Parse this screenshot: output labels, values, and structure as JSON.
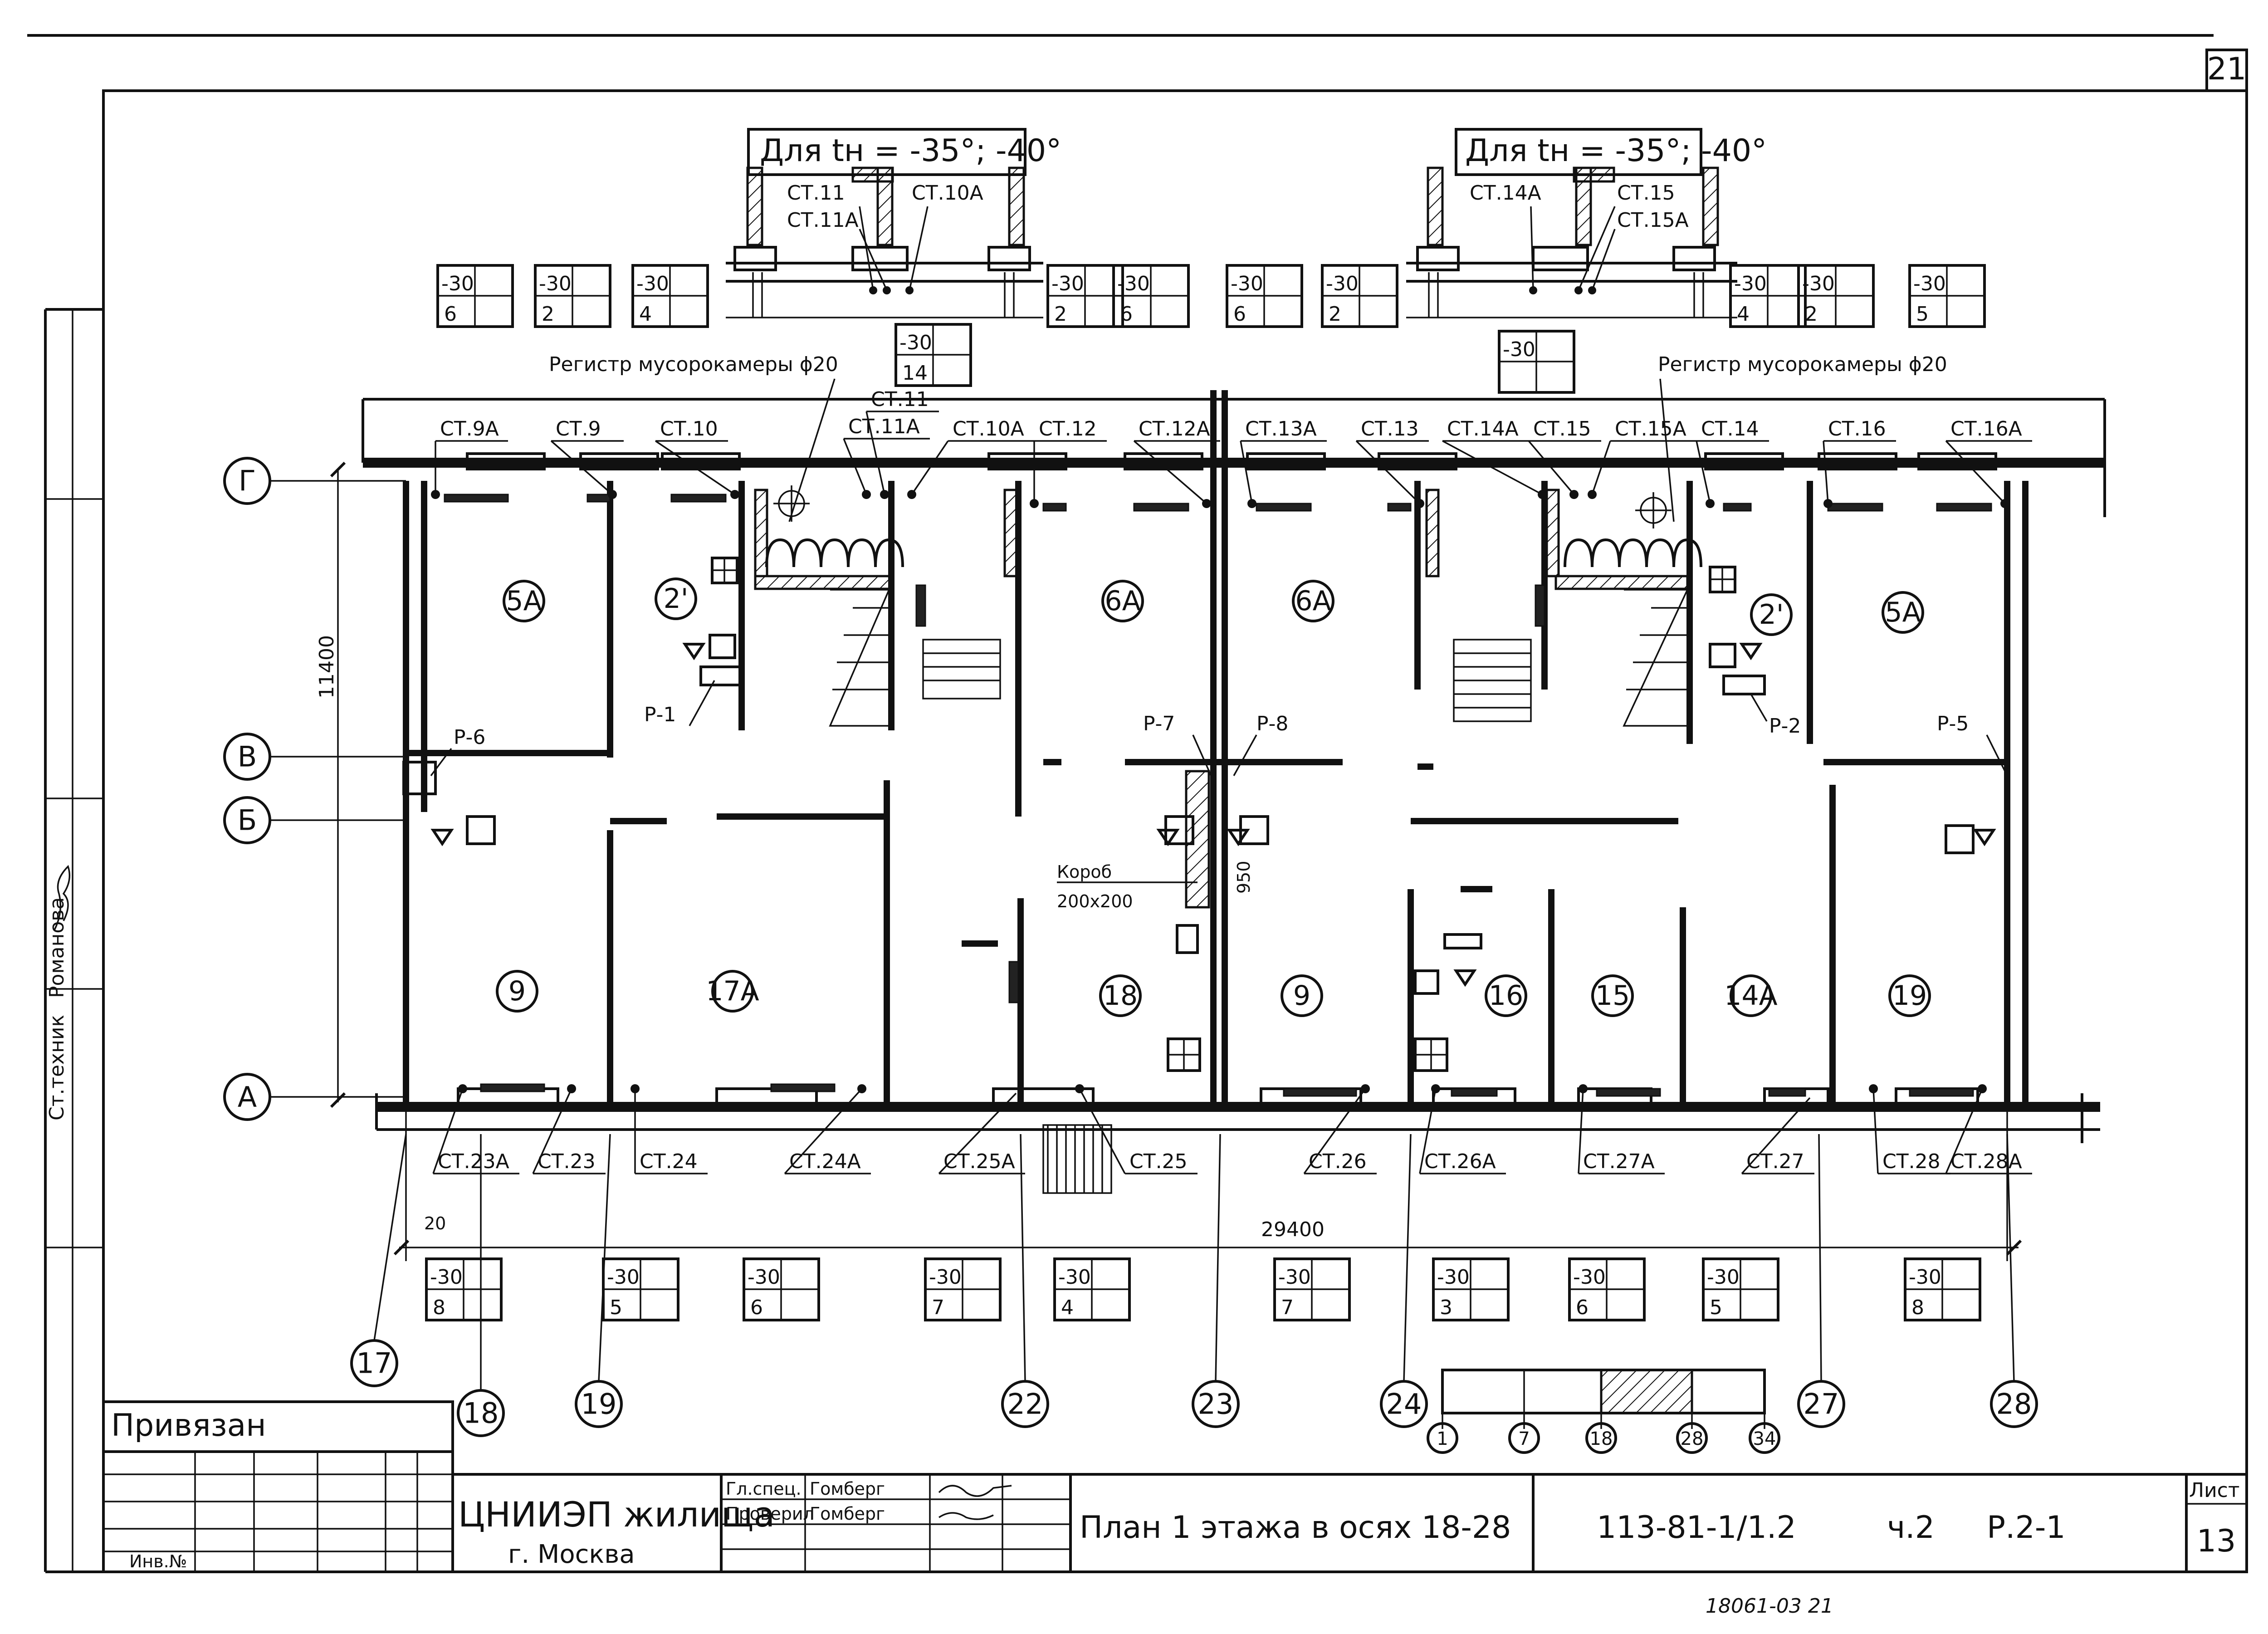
{
  "sheet": {
    "sheet_number_top": "21",
    "footer_note": "18061-03   21"
  },
  "notes": {
    "climate_left": "Для tн = -35°; -40°",
    "climate_right": "Для tн = -35°; -40°",
    "register_left": "Регистр мусорокамеры ϕ20",
    "register_right": "Регистр мусорокамеры ϕ20",
    "duct": "Короб",
    "duct_size": "200x200",
    "dim_950": "950",
    "dim_height": "11400",
    "dim_width": "29400",
    "dim_offset": "20"
  },
  "stand_labels": {
    "detail_left_1": "СТ.11",
    "detail_left_2": "СТ.11А",
    "detail_left_3": "СТ.10А",
    "detail_right_1": "СТ.14А",
    "detail_right_2": "СТ.15",
    "detail_right_3": "СТ.15А",
    "top": [
      "СТ.9А",
      "СТ.9",
      "СТ.10",
      "СТ.11",
      "СТ.11А",
      "СТ.10А",
      "СТ.12",
      "СТ.12А",
      "СТ.13А",
      "СТ.13",
      "СТ.14А",
      "СТ.15",
      "СТ.15А",
      "СТ.14",
      "СТ.16",
      "СТ.16А"
    ],
    "bottom": [
      "СТ.23А",
      "СТ.23",
      "СТ.24",
      "СТ.24А",
      "СТ.25А",
      "СТ.25",
      "СТ.26",
      "СТ.26А",
      "СТ.27А",
      "СТ.27",
      "СТ.28",
      "СТ.28А"
    ],
    "risers": [
      "Р-6",
      "Р-1",
      "Р-7",
      "Р-8",
      "Р-2",
      "Р-5"
    ]
  },
  "rooms": [
    "5А",
    "2'",
    "6А",
    "6А",
    "2'",
    "5А",
    "9",
    "17А",
    "18",
    "9",
    "16",
    "15",
    "14А",
    "19"
  ],
  "axes": {
    "rows": [
      "Г",
      "В",
      "Б",
      "А"
    ],
    "columns": [
      "17",
      "18",
      "19",
      "22",
      "23",
      "24",
      "27",
      "28"
    ]
  },
  "temp_tags": {
    "top": [
      {
        "t": "-30",
        "n": "6"
      },
      {
        "t": "-30",
        "n": "2"
      },
      {
        "t": "-30",
        "n": "4"
      },
      {
        "t": "-30",
        "n": "2"
      },
      {
        "t": "-30",
        "n": "6"
      },
      {
        "t": "-30",
        "n": "6"
      },
      {
        "t": "-30",
        "n": "2"
      },
      {
        "t": "-30",
        "n": "4"
      },
      {
        "t": "-30",
        "n": "2"
      },
      {
        "t": "-30",
        "n": "5"
      }
    ],
    "mid_left": {
      "t": "-30",
      "n": "14"
    },
    "mid_right": {
      "t": "-30",
      "n": ""
    },
    "bottom": [
      {
        "t": "-30",
        "n": "8"
      },
      {
        "t": "-30",
        "n": "5"
      },
      {
        "t": "-30",
        "n": "6"
      },
      {
        "t": "-30",
        "n": "7"
      },
      {
        "t": "-30",
        "n": "4"
      },
      {
        "t": "-30",
        "n": "7"
      },
      {
        "t": "-30",
        "n": "3"
      },
      {
        "t": "-30",
        "n": "6"
      },
      {
        "t": "-30",
        "n": "5"
      },
      {
        "t": "-30",
        "n": "8"
      }
    ]
  },
  "key_plan": [
    "1",
    "7",
    "18",
    "28",
    "34"
  ],
  "title_block": {
    "attached": "Привязан",
    "inv_no": "Инв.№",
    "org": "ЦНИИЭП жилища",
    "city": "г. Москва",
    "role_1": "Гл.спец.",
    "name_1": "Гомберг",
    "role_2": "Проверил",
    "name_2": "Гомберг",
    "drawing_title": "План 1 этажа в осях 18-28",
    "code": "113-81-1/1.2",
    "part": "ч.2",
    "section": "Р.2-1",
    "sheet_label": "Лист",
    "sheet_no": "13"
  },
  "side_stamp": {
    "position": "Ст.техник",
    "name": "Романова"
  }
}
